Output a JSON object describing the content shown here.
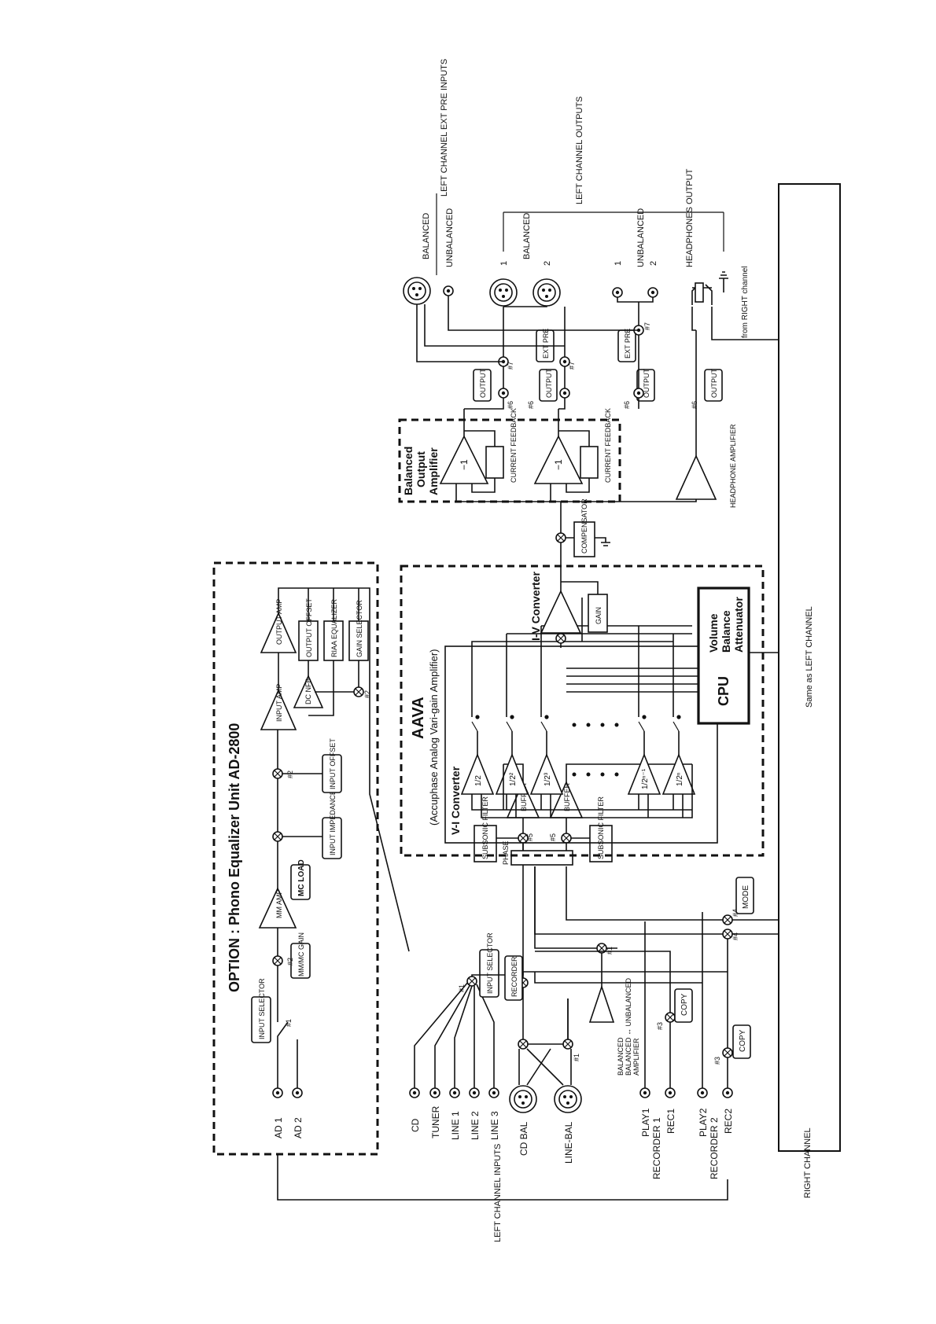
{
  "option_title": "OPTION : Phono Equalizer Unit AD-2800",
  "aava": {
    "title": "AAVA",
    "subtitle": "(Accuphase Analog Vari-gain Amplifier)"
  },
  "blocks": {
    "vi_converter": "V-I Converter",
    "iv_converter": "I-V Converter",
    "gain": "GAIN",
    "compensator": "COMPENSATOR",
    "cpu": "CPU",
    "vba_1": "Volume",
    "vba_2": "Balance",
    "vba_3": "Attenuator",
    "balanced_amp_1": "Balanced",
    "balanced_amp_2": "Output",
    "balanced_amp_3": "Amplifier",
    "minus_one": "−1",
    "current_feedback": "CURRENT FEEDBACK",
    "headphone_amplifier": "HEADPHONE AMPLIFIER",
    "phase": "PHASE",
    "buffer": "BUFFER",
    "subsonic_filter": "SUBSONIC FILTER",
    "balanced_unbalanced": "BALANCED ↔ UNBALANCED",
    "balanced_amplifier": "AMPLIFIER",
    "balanced_label": "BALANCED",
    "ad_input_amp": "INPUT AMP",
    "ad_output_amp": "OUTPUT AMP",
    "ad_mm_amp": "MM AMP",
    "ad_dc_nfb": "DC NFB",
    "ad_output_offset": "OUTPUT OFFSET",
    "ad_ria_equalizer": "RIAA EQUALIZER",
    "ad_gain_selector": "GAIN SELECTOR",
    "ad_input_offset": "INPUT OFFSET",
    "ad_input_impedance": "INPUT IMPEDANCE",
    "ad_mc_load": "MC LOAD",
    "ad_mm_mc_gain": "MM/MC GAIN",
    "ad_input_selector": "INPUT SELECTOR"
  },
  "controls": {
    "input_selector": "INPUT SELECTOR",
    "recorder": "RECORDER",
    "copy": "COPY",
    "mode": "MODE",
    "output": "OUTPUT",
    "ext_pre": "EXT PRE"
  },
  "fractions": {
    "f1": "1/2",
    "f2": "1/2²",
    "f3": "1/2³",
    "f4": "1/2ⁿ⁻¹",
    "f5": "1/2ⁿ"
  },
  "switch_refs": {
    "r1": "#1",
    "r2": "#2",
    "r3": "#3",
    "r4": "#4",
    "r5": "#5",
    "r6": "#6",
    "r7": "#7"
  },
  "inputs": {
    "ad1": "AD 1",
    "ad2": "AD 2",
    "cd": "CD",
    "tuner": "TUNER",
    "line1": "LINE 1",
    "line2": "LINE 2",
    "line3": "LINE 3",
    "cd_bal": "CD BAL",
    "line_bal": "LINE-BAL",
    "play1": "PLAY1",
    "recorder1": "RECORDER 1",
    "rec1": "REC1",
    "play2": "PLAY2",
    "recorder2": "RECORDER 2",
    "rec2": "REC2",
    "group_label": "LEFT CHANNEL INPUTS"
  },
  "outputs": {
    "ext_balanced": "BALANCED",
    "ext_unbalanced": "UNBALANCED",
    "ext_group": "LEFT CHANNEL EXT PRE INPUTS",
    "balanced": "BALANCED",
    "unbalanced": "UNBALANCED",
    "one": "1",
    "two": "2",
    "group": "LEFT CHANNEL OUTPUTS",
    "headphones": "HEADPHONES OUTPUT",
    "from_right": "from RIGHT channel"
  },
  "right_channel": {
    "label": "RIGHT CHANNEL",
    "same_as": "Same as LEFT CHANNEL"
  }
}
